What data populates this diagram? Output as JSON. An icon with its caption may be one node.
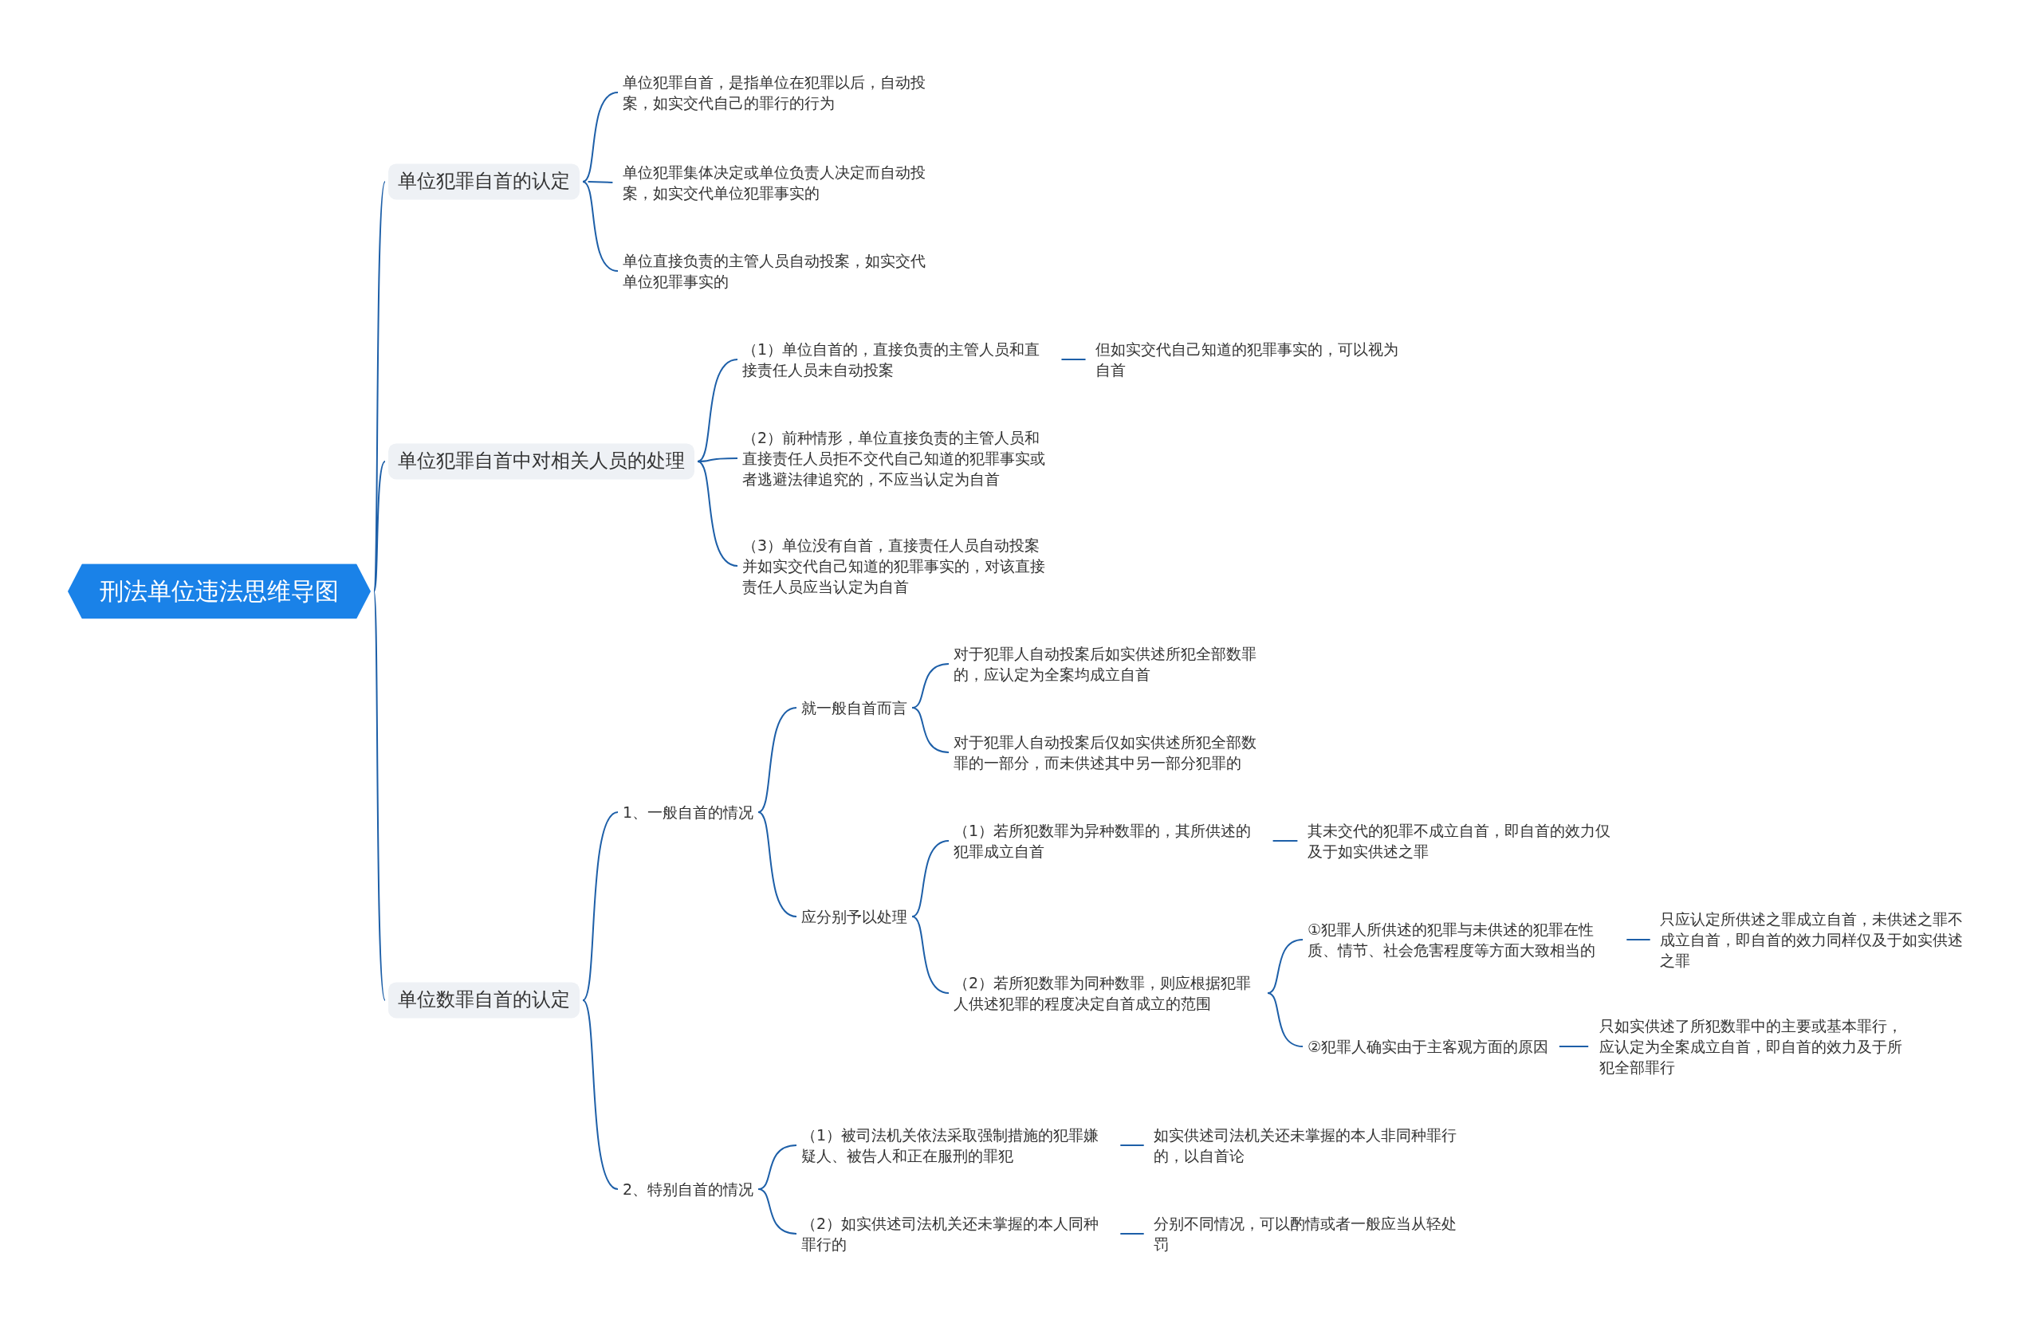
{
  "diagram": {
    "nodes": [
      {
        "text": [
          "刑法单位违法思维导图"
        ]
      },
      {
        "text": [
          "单位犯罪自首的认定"
        ]
      },
      {
        "text": [
          "单位犯罪自首，是指单位在犯罪以后，自动投案，如实交代自己的罪行的行为"
        ]
      },
      {
        "text": [
          "单位犯罪集体决定或单位负责人决定而自动投案，如实交代单位犯罪事实的"
        ]
      },
      {
        "text": [
          "单位直接负责的主管人员自动投案，如实交代单位犯罪事实的"
        ]
      },
      {
        "text": [
          "单位犯罪自首中对相关人员的处理"
        ]
      },
      {
        "text": [
          "（1）单位自首的，直接负责的主管人员和直接责任人员未自动投案"
        ]
      },
      {
        "text": [
          "但如实交代自己知道的犯罪事实的，可以视为自首"
        ]
      },
      {
        "text": [
          "（2）前种情形，单位直接负责的主管人员和直接责任人员拒不交代自己知道的犯罪事实或者逃避法律追究的，不应当认定为自首"
        ]
      },
      {
        "text": [
          "（3）单位没有自首，直接责任人员自动投案并如实交代自己知道的犯罪事实的，对该直接责任人员应当认定为自首"
        ]
      },
      {
        "text": [
          "单位数罪自首的认定"
        ]
      },
      {
        "text": [
          "1、一般自首的情况"
        ]
      },
      {
        "text": [
          "就一般自首而言"
        ]
      },
      {
        "text": [
          "对于犯罪人自动投案后如实供述所犯全部数罪的，应认定为全案均成立自首"
        ]
      },
      {
        "text": [
          "对于犯罪人自动投案后仅如实供述所犯全部数罪的一部分，而未供述其中另一部分犯罪的"
        ]
      },
      {
        "text": [
          "应分别予以处理"
        ]
      },
      {
        "text": [
          "（1）若所犯数罪为异种数罪的，其所供述的犯罪成立自首"
        ]
      },
      {
        "text": [
          "其未交代的犯罪不成立自首，即自首的效力仅及于如实供述之罪"
        ]
      },
      {
        "text": [
          "（2）若所犯数罪为同种数罪，则应根据犯罪人供述犯罪的程度决定自首成立的范围"
        ]
      },
      {
        "text": [
          "①犯罪人所供述的犯罪与未供述的犯罪在性质、情节、社会危害程度等方面大致相当的"
        ]
      },
      {
        "text": [
          "只应认定所供述之罪成立自首，未供述之罪不成立自首，即自首的效力同样仅及于如实供述之罪"
        ]
      },
      {
        "text": [
          "②犯罪人确实由于主客观方面的原因"
        ]
      },
      {
        "text": [
          "只如实供述了所犯数罪中的主要或基本罪行，应认定为全案成立自首，即自首的效力及于所犯全部罪行"
        ]
      },
      {
        "text": [
          "2、特别自首的情况"
        ]
      },
      {
        "text": [
          "（1）被司法机关依法采取强制措施的犯罪嫌疑人、被告人和正在服刑的罪犯"
        ]
      },
      {
        "text": [
          "如实供述司法机关还未掌握的本人非同种罪行的，以自首论"
        ]
      },
      {
        "text": [
          "（2）如实供述司法机关还未掌握的本人同种罪行的"
        ]
      },
      {
        "text": [
          "分别不同情况，可以酌情或者一般应当从轻处罚"
        ]
      }
    ],
    "edges": [
      {
        "from": 0,
        "to": 1,
        "arrow": "none"
      },
      {
        "from": 0,
        "to": 5,
        "arrow": "none"
      },
      {
        "from": 0,
        "to": 10,
        "arrow": "none"
      },
      {
        "from": 1,
        "to": 2,
        "arrow": "none"
      },
      {
        "from": 1,
        "to": 3,
        "arrow": "none"
      },
      {
        "from": 1,
        "to": 4,
        "arrow": "none"
      },
      {
        "from": 5,
        "to": 6,
        "arrow": "none"
      },
      {
        "from": 6,
        "to": 7,
        "arrow": "none"
      },
      {
        "from": 5,
        "to": 8,
        "arrow": "none"
      },
      {
        "from": 5,
        "to": 9,
        "arrow": "none"
      },
      {
        "from": 10,
        "to": 11,
        "arrow": "none"
      },
      {
        "from": 11,
        "to": 12,
        "arrow": "none"
      },
      {
        "from": 12,
        "to": 13,
        "arrow": "none"
      },
      {
        "from": 12,
        "to": 14,
        "arrow": "none"
      },
      {
        "from": 11,
        "to": 15,
        "arrow": "none"
      },
      {
        "from": 15,
        "to": 16,
        "arrow": "none"
      },
      {
        "from": 16,
        "to": 17,
        "arrow": "none"
      },
      {
        "from": 15,
        "to": 18,
        "arrow": "none"
      },
      {
        "from": 18,
        "to": 19,
        "arrow": "none"
      },
      {
        "from": 19,
        "to": 20,
        "arrow": "none"
      },
      {
        "from": 18,
        "to": 21,
        "arrow": "none"
      },
      {
        "from": 21,
        "to": 22,
        "arrow": "none"
      },
      {
        "from": 10,
        "to": 23,
        "arrow": "none"
      },
      {
        "from": 23,
        "to": 24,
        "arrow": "none"
      },
      {
        "from": 24,
        "to": 25,
        "arrow": "none"
      },
      {
        "from": 23,
        "to": 26,
        "arrow": "none"
      },
      {
        "from": 26,
        "to": 27,
        "arrow": "none"
      }
    ]
  }
}
